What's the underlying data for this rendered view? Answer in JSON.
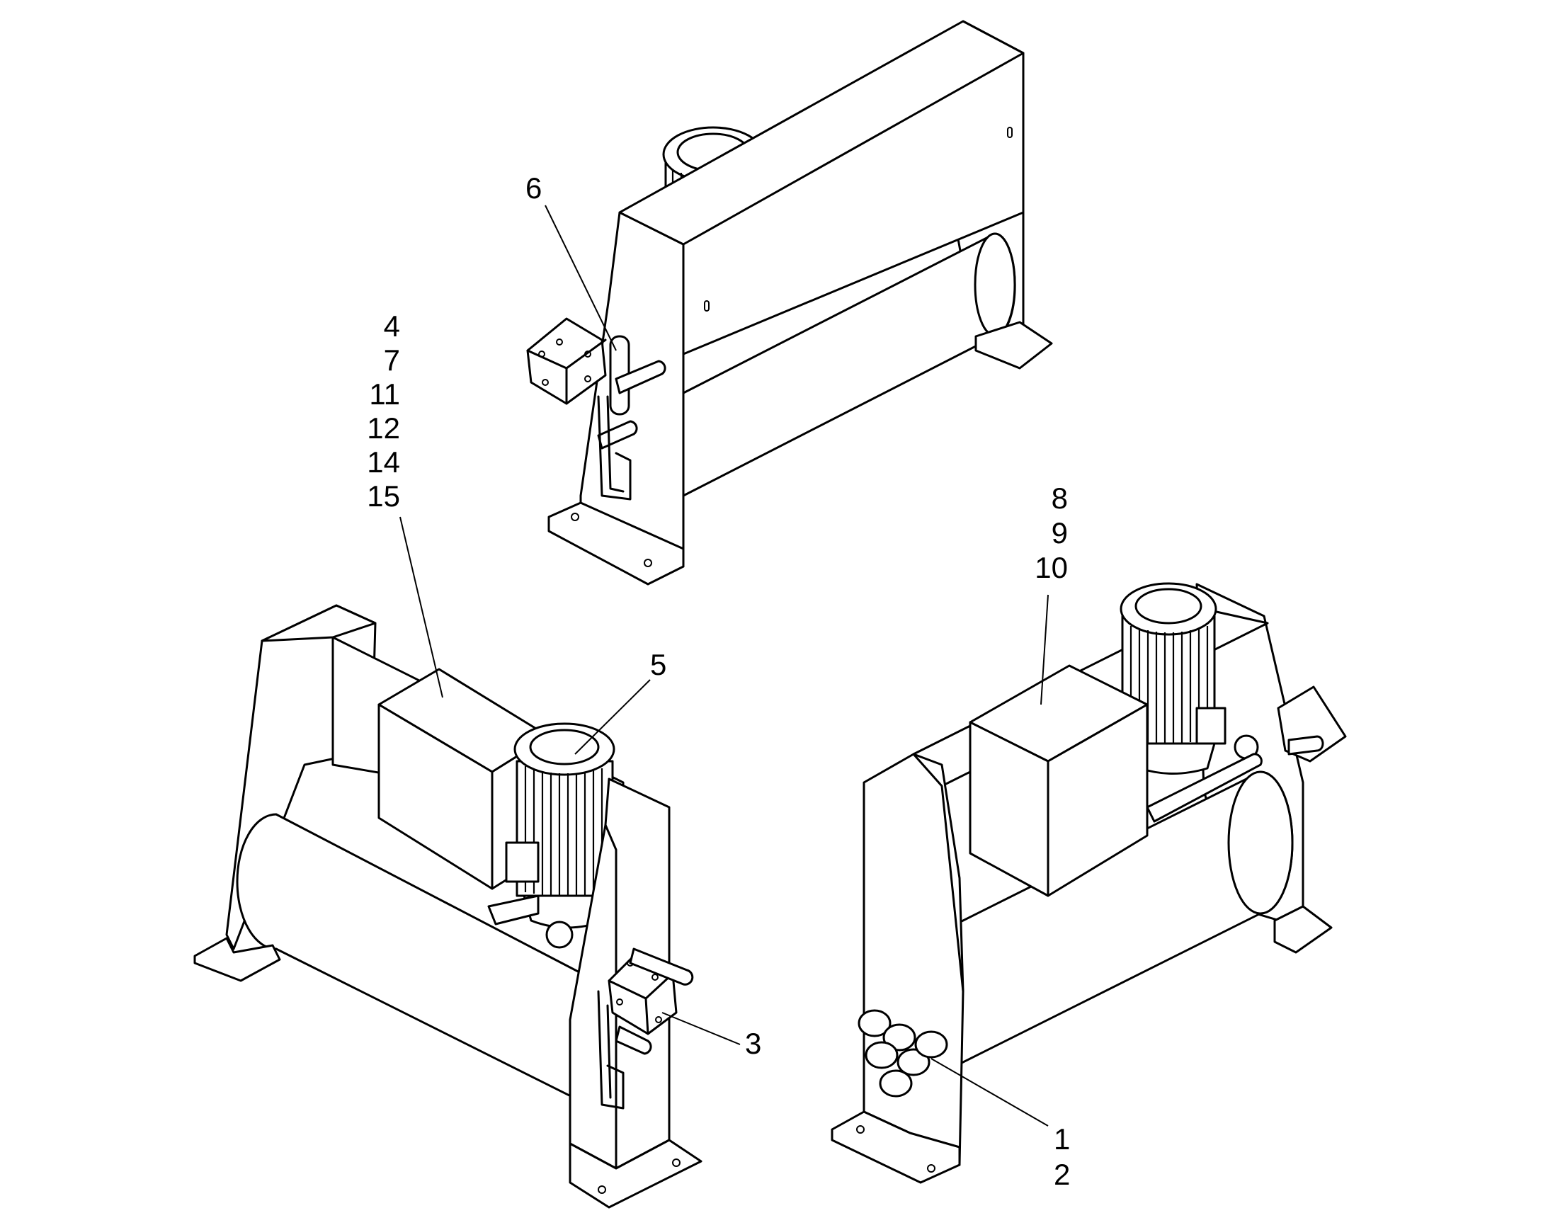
{
  "callouts": {
    "c1": "1",
    "c2": "2",
    "c3": "3",
    "c4": "4",
    "c5": "5",
    "c6": "6",
    "c7": "7",
    "c8": "8",
    "c9": "9",
    "c10": "10",
    "c11": "11",
    "c12": "12",
    "c14": "14",
    "c15": "15"
  },
  "colors": {
    "line": "#000000",
    "background": "#ffffff"
  }
}
